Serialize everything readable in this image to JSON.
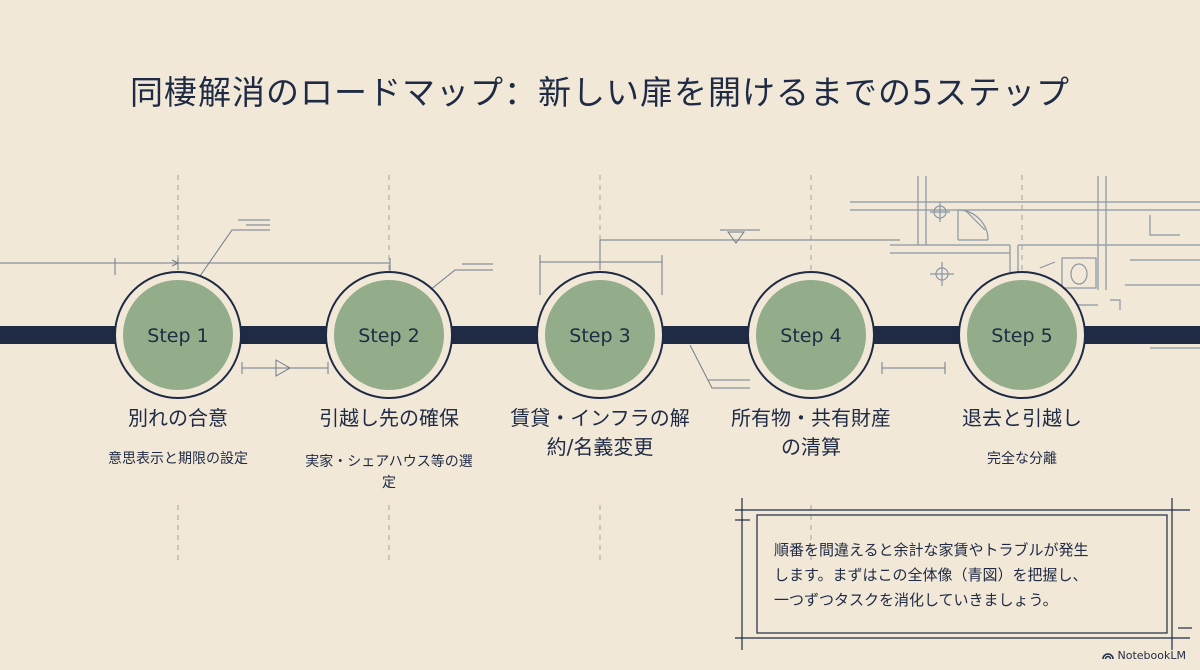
{
  "title": "同棲解消のロードマップ：新しい扉を開けるまでの5ステップ",
  "steps": [
    {
      "badge": "Step 1",
      "label": "別れの合意",
      "sub": "意思表示と期限の設定"
    },
    {
      "badge": "Step 2",
      "label": "引越し先の確保",
      "sub": "実家・シェアハウス等の選定"
    },
    {
      "badge": "Step 3",
      "label": "賃貸・インフラの解約/名義変更",
      "sub": ""
    },
    {
      "badge": "Step 4",
      "label": "所有物・共有財産の清算",
      "sub": ""
    },
    {
      "badge": "Step 5",
      "label": "退去と引越し",
      "sub": "完全な分離"
    }
  ],
  "note": {
    "line1": "順番を間違えると余計な家賃やトラブルが発生",
    "line2": "します。まずはこの全体像（青図）を把握し、",
    "line3": "一つずつタスクを消化していきましょう。"
  },
  "brand": {
    "name": "NotebookLM"
  },
  "colors": {
    "background": "#f1e8d8",
    "navy": "#1f2a44",
    "circle": "#93ac8a",
    "line": "#8a96a3"
  }
}
